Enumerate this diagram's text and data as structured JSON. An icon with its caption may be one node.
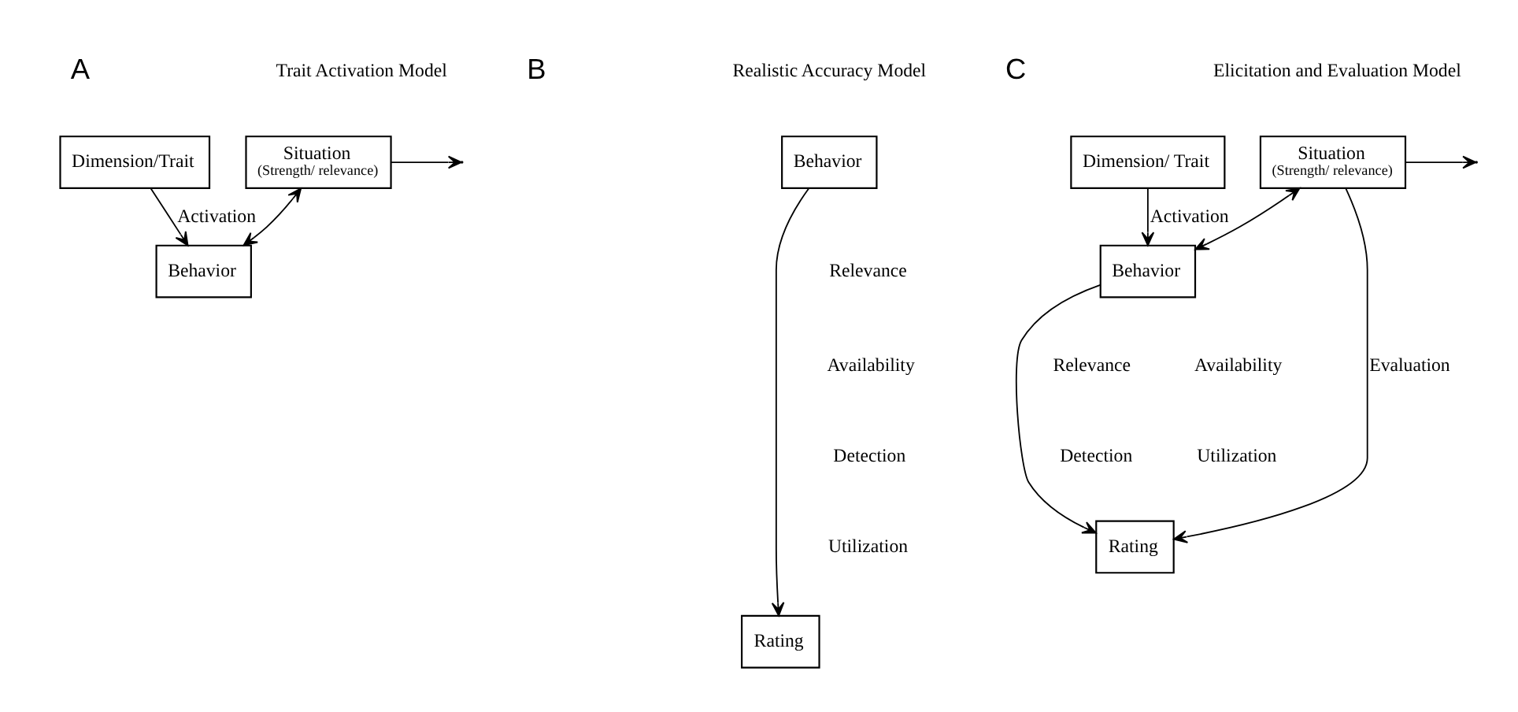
{
  "diagram": {
    "nodes": [
      {
        "text": [
          "Dimension/Trait"
        ]
      },
      {
        "text": [
          "Situation",
          "(Strength/ relevance)"
        ]
      },
      {
        "text": [
          "Behavior"
        ]
      },
      {
        "text": [
          "Behavior"
        ]
      },
      {
        "text": [
          "Rating"
        ]
      },
      {
        "text": [
          "Dimension/ Trait"
        ]
      },
      {
        "text": [
          "Situation",
          "(Strength/ relevance)"
        ]
      },
      {
        "text": [
          "Behavior"
        ]
      },
      {
        "text": [
          "Rating"
        ]
      }
    ],
    "edges": [
      {
        "from": 0,
        "to": 2,
        "arrow": "to",
        "label": "Activation"
      },
      {
        "from": 1,
        "to": null,
        "arrow": "to"
      },
      {
        "from": 1,
        "to": 2,
        "arrow": "both"
      },
      {
        "from": 3,
        "to": 4,
        "arrow": "to"
      },
      {
        "from": 5,
        "to": 7,
        "arrow": "to",
        "label": "Activation"
      },
      {
        "from": 6,
        "to": null,
        "arrow": "to"
      },
      {
        "from": 6,
        "to": 7,
        "arrow": "both"
      },
      {
        "from": 6,
        "to": 8,
        "arrow": "to",
        "label": "Evaluation"
      },
      {
        "from": 7,
        "to": 8,
        "arrow": "to"
      }
    ],
    "labels": [
      "A",
      "Trait Activation Model",
      "B",
      "Realistic Accuracy Model",
      "C",
      "Elicitation and Evaluation Model",
      "Relevance",
      "Availability",
      "Detection",
      "Utilization",
      "Relevance",
      "Availability",
      "Detection",
      "Utilization"
    ]
  }
}
